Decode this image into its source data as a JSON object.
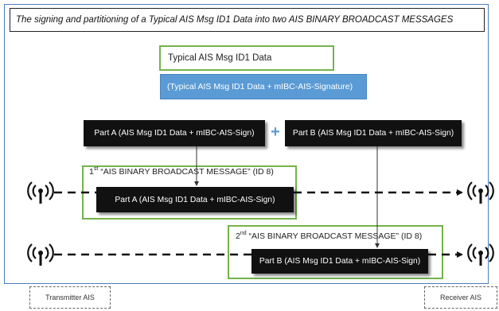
{
  "title": "The signing and partitioning of a Typical AIS Msg ID1 Data into two AIS BINARY BROADCAST MESSAGES",
  "typical_box": "Typical AIS Msg ID1 Data",
  "combined_box": "(Typical AIS Msg ID1 Data + mIBC-AIS-Signature)",
  "part_a": "Part A (AIS Msg ID1 Data + mIBC-AIS-Sign)",
  "part_b": "Part B (AIS Msg ID1 Data + mIBC-AIS-Sign)",
  "plus_symbol": "+",
  "message1": {
    "ordinal": "1",
    "ordinal_suffix": "st",
    "label": " “AIS BINARY BROADCAST MESSAGE” (ID 8)",
    "part": "Part A (AIS Msg ID1 Data + mIBC-AIS-Sign)"
  },
  "message2": {
    "ordinal": "2",
    "ordinal_suffix": "nd",
    "label": " “AIS BINARY BROADCAST MESSAGE” (ID 8)",
    "part": "Part B (AIS Msg ID1 Data + mIBC-AIS-Sign)"
  },
  "transmitter_label": "Transmitter AIS",
  "receiver_label": "Receiver AIS",
  "colors": {
    "frame": "#4a7cc4",
    "green_border": "#74b34a",
    "blue_fill": "#5b9bd5",
    "black_fill": "#111111"
  },
  "icons": [
    "antenna-icon",
    "arrow-right-icon",
    "arrow-down-icon",
    "plus-icon"
  ]
}
